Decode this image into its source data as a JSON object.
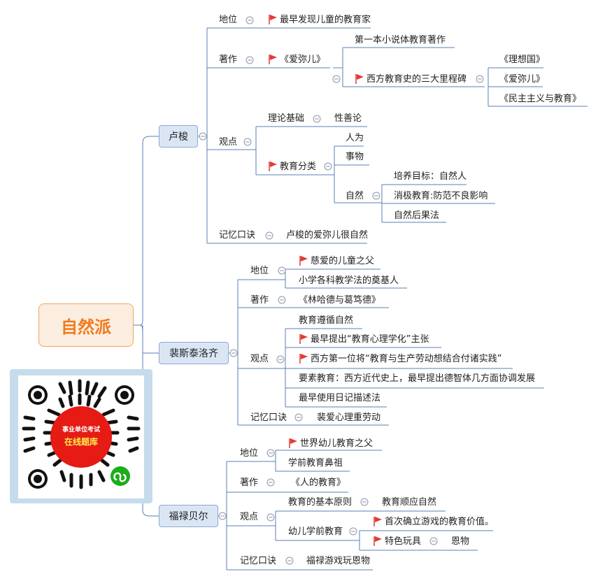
{
  "root": "自然派",
  "branches": {
    "rousseau": {
      "name": "卢梭",
      "status_label": "地位",
      "status_value": "最早发现儿童的教育家",
      "works_label": "著作",
      "works_title": "《爱弥儿》",
      "works_note1": "第一本小说体教育著作",
      "works_note2": "西方教育史的三大里程碑",
      "milestones": [
        "《理想国》",
        "《爱弥儿》",
        "《民主主义与教育》"
      ],
      "views_label": "观点",
      "theory_label": "理论基础",
      "theory_value": "性善论",
      "edu_class_label": "教育分类",
      "edu_types": [
        "人为",
        "事物",
        "自然"
      ],
      "nature_items": [
        "培养目标：自然人",
        "消极教育:防范不良影响",
        "自然后果法"
      ],
      "mnemonic_label": "记忆口诀",
      "mnemonic_value": "卢梭的爱弥儿很自然"
    },
    "pestalozzi": {
      "name": "裴斯泰洛齐",
      "status_label": "地位",
      "status_items": [
        "慈爱的儿童之父",
        "小学各科教学法的奠基人"
      ],
      "works_label": "著作",
      "works_value": "《林哈德与葛笃德》",
      "views_label": "观点",
      "views": [
        "教育遵循自然",
        "最早提出“教育心理学化”主张",
        "西方第一位将“教育与生产劳动想结合付诸实践”",
        "要素教育：西方近代史上，最早提出德智体几方面协调发展",
        "最早使用日记描述法"
      ],
      "mnemonic_label": "记忆口诀",
      "mnemonic_value": "裴爱心理重劳动"
    },
    "froebel": {
      "name": "福禄贝尔",
      "status_label": "地位",
      "status_items": [
        "世界幼儿教育之父",
        "学前教育鼻祖"
      ],
      "works_label": "著作",
      "works_value": "《人的教育》",
      "views_label": "观点",
      "principle_label": "教育的基本原则",
      "principle_value": "教育顺应自然",
      "preschool_label": "幼儿学前教育",
      "preschool_item1": "首次确立游戏的教育价值。",
      "preschool_item2_label": "特色玩具",
      "preschool_item2_value": "恩物",
      "mnemonic_label": "记忆口诀",
      "mnemonic_value": "福禄游戏玩恩物"
    }
  },
  "qr": {
    "line1": "事业单位考试",
    "line2": "在线题库"
  },
  "colors": {
    "root_text": "#f07a1e",
    "root_fill": "#fbeee0",
    "node_fill": "#dbe6f5",
    "line": "#5b7fb6",
    "flag": "#e53935",
    "qr_red": "#e51b14",
    "qr_yellow": "#ffe94d",
    "qr_green": "#1aad19"
  }
}
